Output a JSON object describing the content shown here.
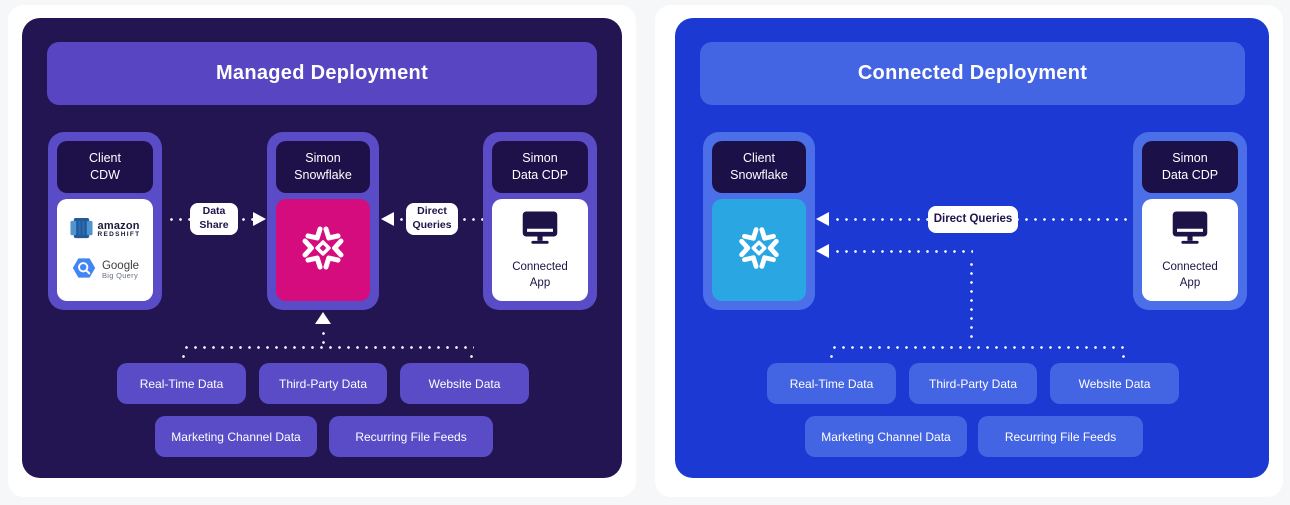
{
  "left_panel": {
    "title": "Managed Deployment",
    "nodes": {
      "client_cdw": {
        "label": "Client\nCDW"
      },
      "simon_snowflake": {
        "label": "Simon\nSnowflake"
      },
      "simon_data_cdp": {
        "label": "Simon\nData CDP"
      }
    },
    "logos": {
      "redshift": {
        "name": "amazon",
        "product": "REDSHIFT"
      },
      "bigquery": {
        "name": "Google",
        "product": "Big Query"
      }
    },
    "connected_app_label": "Connected\nApp",
    "connectors": {
      "data_share": "Data\nShare",
      "direct_queries": "Direct\nQueries"
    },
    "data_sources": [
      "Real-Time Data",
      "Third-Party Data",
      "Website Data",
      "Marketing Channel Data",
      "Recurring File Feeds"
    ]
  },
  "right_panel": {
    "title": "Connected Deployment",
    "nodes": {
      "client_snowflake": {
        "label": "Client\nSnowflake"
      },
      "simon_data_cdp": {
        "label": "Simon\nData CDP"
      }
    },
    "connected_app_label": "Connected\nApp",
    "connectors": {
      "direct_queries": "Direct Queries"
    },
    "data_sources": [
      "Real-Time Data",
      "Third-Party Data",
      "Website Data",
      "Marketing Channel Data",
      "Recurring File Feeds"
    ]
  },
  "colors": {
    "page_bg": "#F6F7F9",
    "card_bg": "#FFFFFF",
    "managed_panel_bg": "#221552",
    "managed_header": "#5845C2",
    "managed_accent": "#5A4BC6",
    "dark_navy_label": "#1E1048",
    "simon_pink": "#D50C7D",
    "connected_panel_bg": "#1C3AD3",
    "connected_header": "#4465E3",
    "connected_accent": "#4A6FE9",
    "snowflake_blue": "#2AA7E3",
    "redshift_blue": "#2E6DB5",
    "bigquery_blue": "#4285F4"
  }
}
